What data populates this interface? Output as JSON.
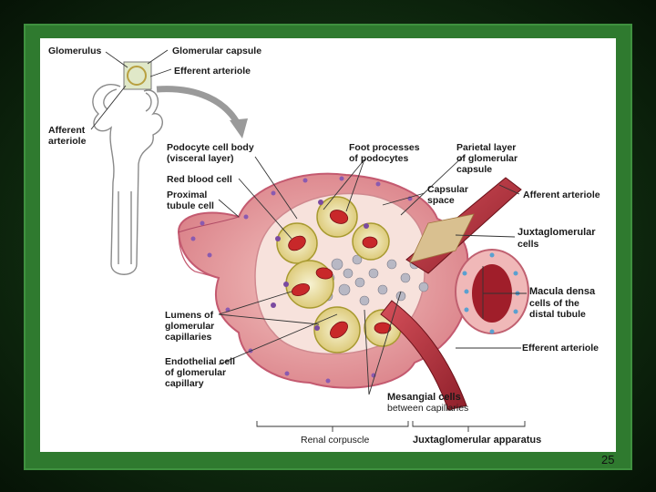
{
  "labels": {
    "glomerulus": "Glomerulus",
    "glomerular_capsule": "Glomerular capsule",
    "efferent_arteriole_top": "Efferent arteriole",
    "afferent_arteriole_left_1": "Afferent",
    "afferent_arteriole_left_2": "arteriole",
    "podocyte_1": "Podocyte cell body",
    "podocyte_2": "(visceral layer)",
    "red_blood_cell": "Red blood cell",
    "proximal_1": "Proximal",
    "proximal_2": "tubule cell",
    "foot_1": "Foot processes",
    "foot_2": "of podocytes",
    "parietal_1": "Parietal layer",
    "parietal_2": "of glomerular",
    "parietal_3": "capsule",
    "capsular_1": "Capsular",
    "capsular_2": "space",
    "afferent_right": "Afferent arteriole",
    "juxta_1": "Juxtaglomerular",
    "juxta_2": "cells",
    "macula_1": "Macula densa",
    "macula_2": "cells of the",
    "macula_3": "distal tubule",
    "lumens_1": "Lumens of",
    "lumens_2": "glomerular",
    "lumens_3": "capillaries",
    "endo_1": "Endothelial cell",
    "endo_2": "of glomerular",
    "endo_3": "capillary",
    "efferent_right": "Efferent arteriole",
    "mesangial_1": "Mesangial cells",
    "mesangial_2": "between capillaries",
    "renal_corpuscle": "Renal corpuscle",
    "juxta_apparatus": "Juxtaglomerular apparatus"
  },
  "page_number": "25",
  "colors": {
    "frame": "#2f7a2f",
    "tissue": "#e8a0a0",
    "capillary": "#f3ecc0",
    "rbc": "#c8282a",
    "artery": "#b0303a"
  }
}
